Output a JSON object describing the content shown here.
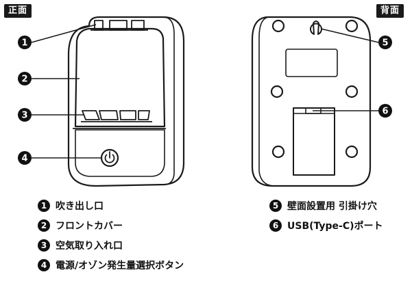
{
  "views": {
    "front": "正面",
    "back": "背面"
  },
  "callouts": [
    "1",
    "2",
    "3",
    "4",
    "5",
    "6"
  ],
  "legend_left": [
    {
      "num": "1",
      "label": "吹き出し口"
    },
    {
      "num": "2",
      "label": "フロントカバー"
    },
    {
      "num": "3",
      "label": "空気取り入れ口"
    },
    {
      "num": "4",
      "label": "電源/オゾン発生量選択ボタン"
    }
  ],
  "legend_right": [
    {
      "num": "5",
      "label": "壁面設置用 引掛け穴"
    },
    {
      "num": "6",
      "label": "USB(Type-C)ポート"
    }
  ],
  "colors": {
    "line": "#1a1a1a",
    "tag_bg": "#1a1a1a",
    "body": "#ffffff"
  }
}
